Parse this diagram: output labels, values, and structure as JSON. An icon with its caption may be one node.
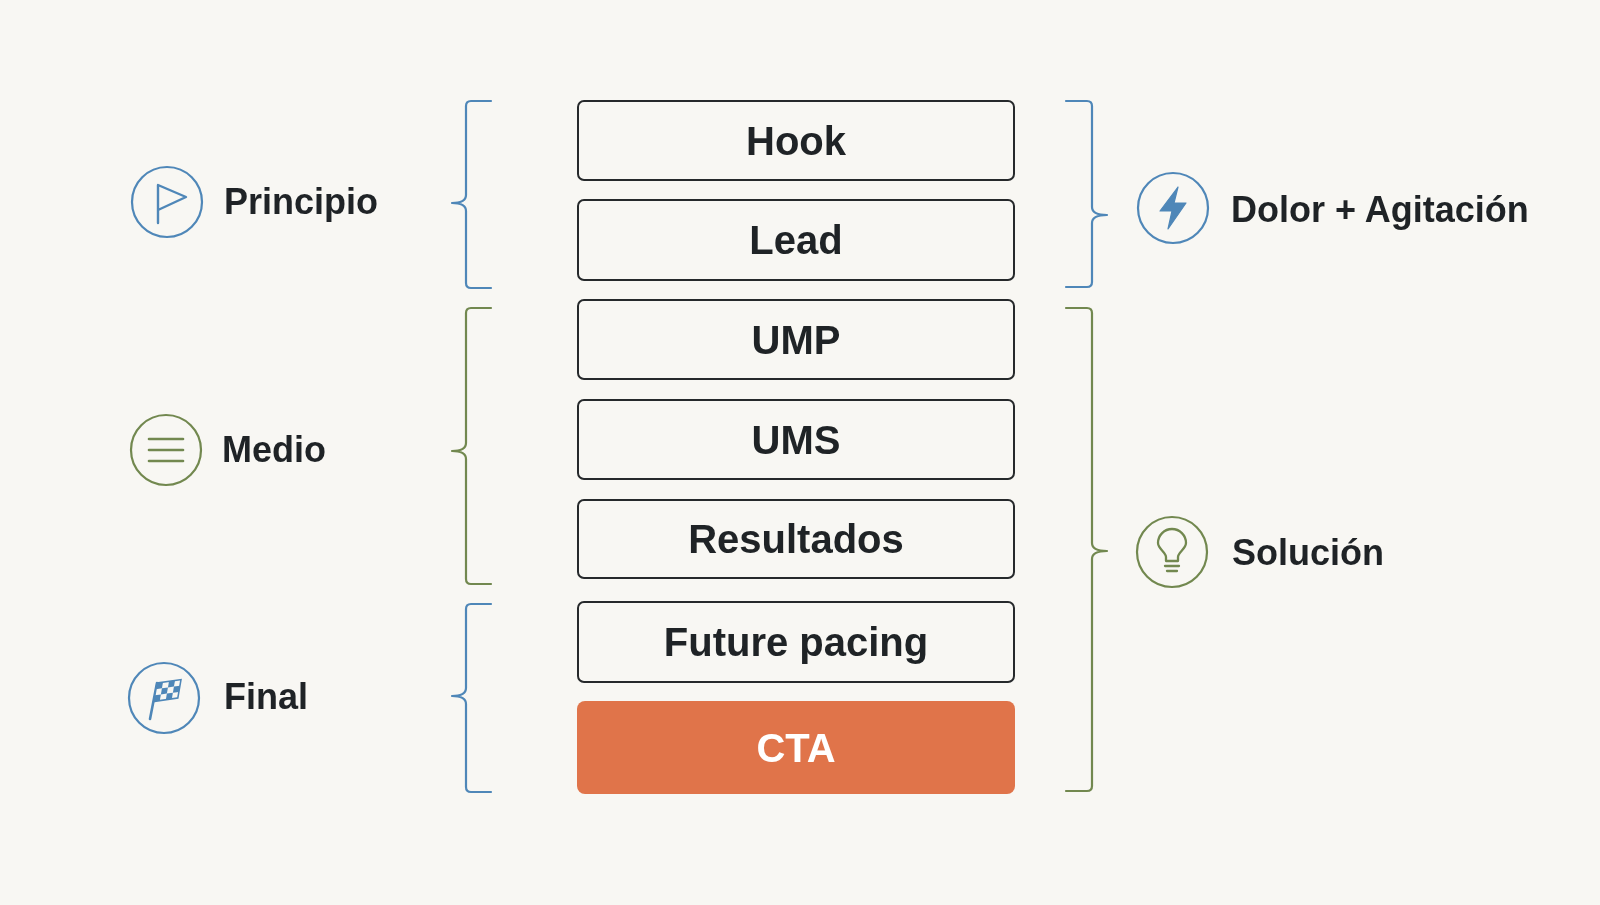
{
  "diagram": {
    "nodes": [
      {
        "text": [
          "Hook"
        ]
      },
      {
        "text": [
          "Lead"
        ]
      },
      {
        "text": [
          "UMP"
        ]
      },
      {
        "text": [
          "UMS"
        ]
      },
      {
        "text": [
          "Resultados"
        ]
      },
      {
        "text": [
          "Future pacing"
        ]
      },
      {
        "text": [
          "CTA"
        ]
      }
    ],
    "labels": [
      "Principio",
      "Dolor + Agitación",
      "Medio",
      "Solución",
      "Final"
    ]
  }
}
